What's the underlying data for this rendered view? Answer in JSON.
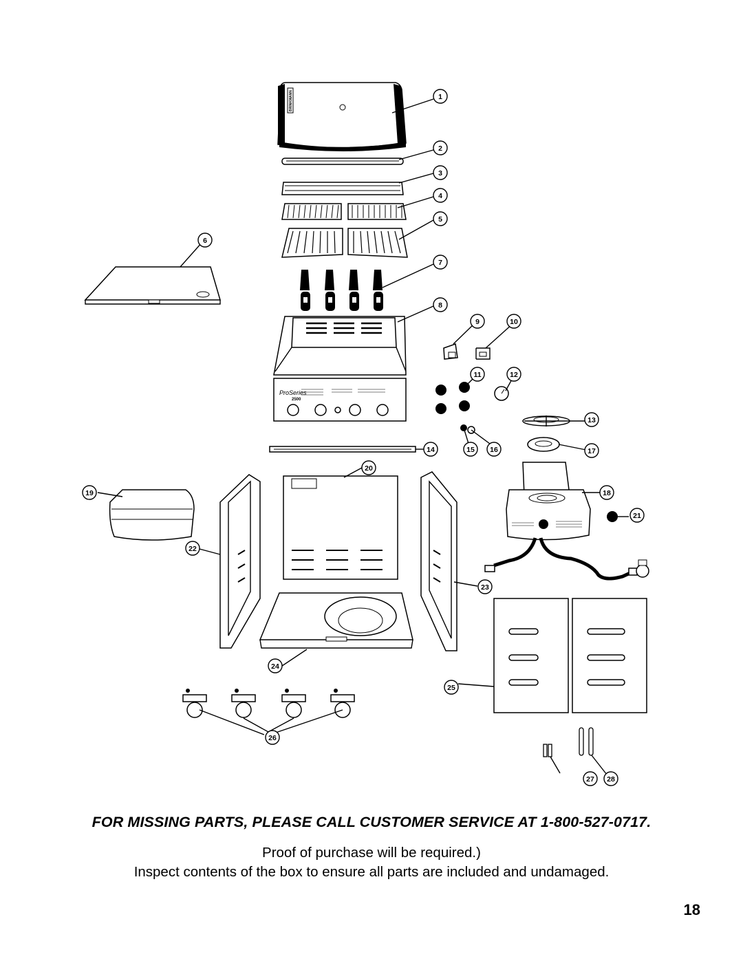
{
  "diagram": {
    "lid_brand": "BRINKMANN",
    "panel_brand": "ProSeries",
    "panel_model": "2500",
    "callouts": [
      "1",
      "2",
      "3",
      "4",
      "5",
      "6",
      "7",
      "8",
      "9",
      "10",
      "11",
      "12",
      "13",
      "14",
      "15",
      "16",
      "17",
      "18",
      "19",
      "20",
      "21",
      "22",
      "23",
      "24",
      "25",
      "26",
      "27",
      "28"
    ]
  },
  "footer": {
    "missing_parts": "FOR MISSING PARTS, PLEASE CALL CUSTOMER SERVICE AT 1-800-527-0717.",
    "proof": "Proof of purchase will be required.)",
    "inspect": "Inspect contents of the box to ensure all parts are included and undamaged.",
    "page_number": "18"
  }
}
